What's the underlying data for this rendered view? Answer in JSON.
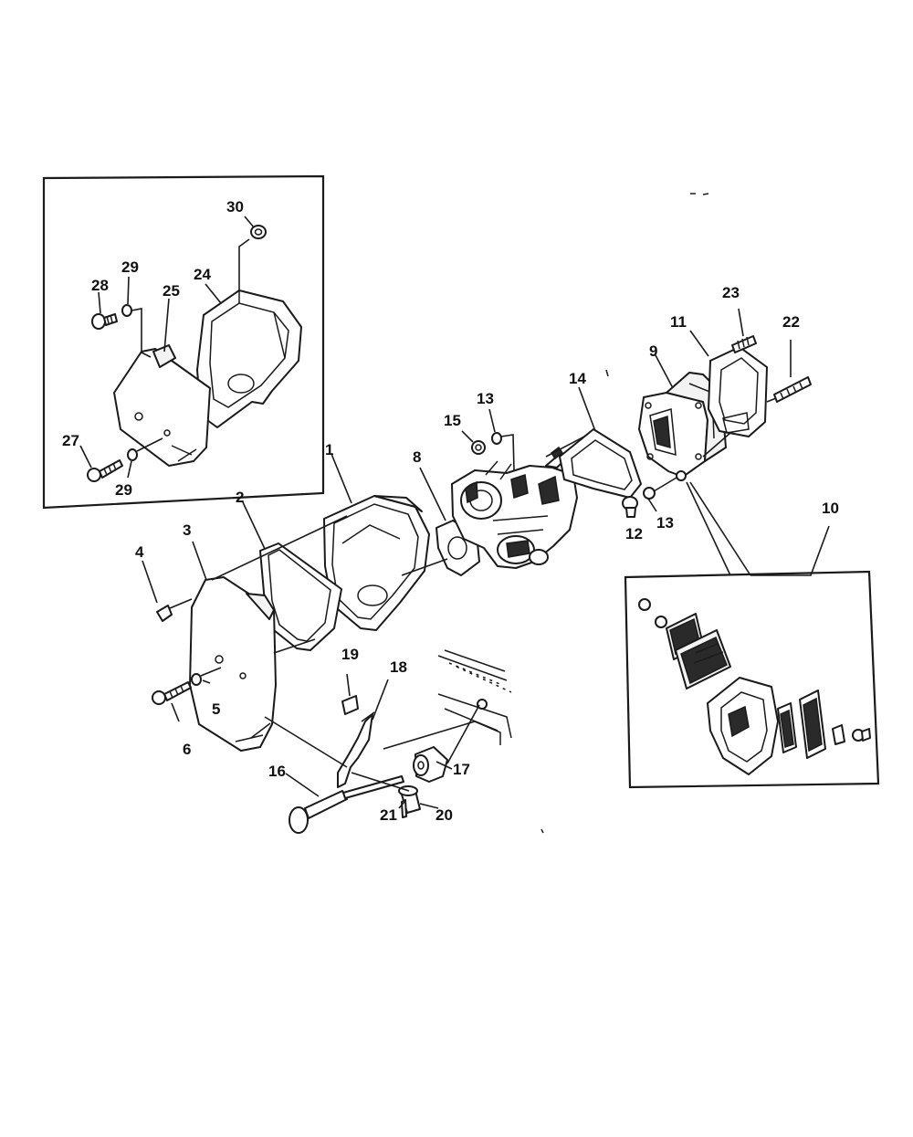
{
  "callouts": {
    "c1": "1",
    "c2": "2",
    "c3": "3",
    "c4": "4",
    "c5": "5",
    "c6": "6",
    "c8": "8",
    "c9": "9",
    "c10": "10",
    "c11": "11",
    "c12": "12",
    "c13a": "13",
    "c13b": "13",
    "c14": "14",
    "c15": "15",
    "c16": "16",
    "c17": "17",
    "c18": "18",
    "c19": "19",
    "c20": "20",
    "c21": "21",
    "c22": "22",
    "c23": "23",
    "c24": "24",
    "c25": "25",
    "c27": "27",
    "c28": "28",
    "c29a": "29",
    "c29b": "29",
    "c30": "30"
  }
}
